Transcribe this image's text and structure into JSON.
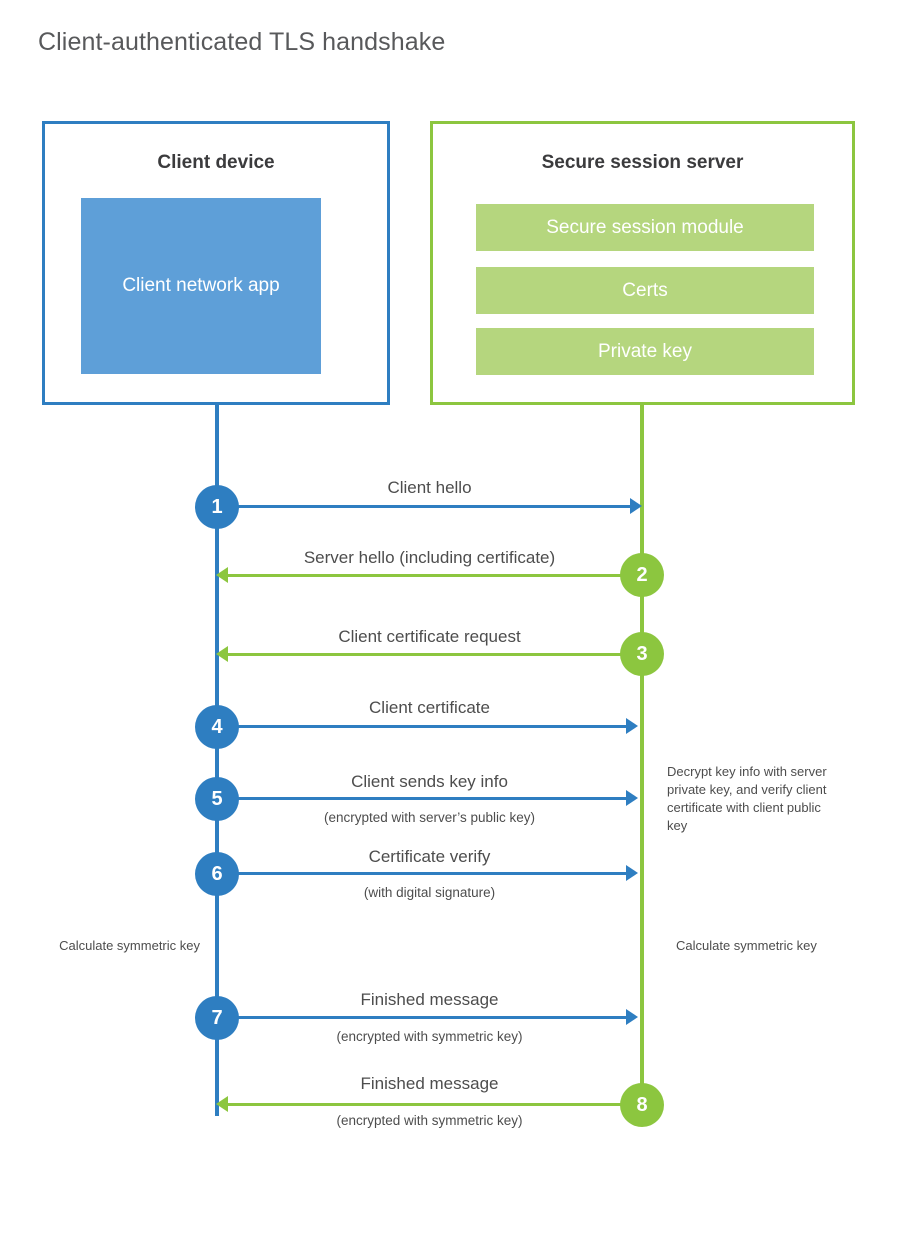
{
  "title": "Client-authenticated TLS handshake",
  "colors": {
    "blue_stroke": "#2e7ec1",
    "blue_fill": "#5e9fd8",
    "green_stroke": "#8cc63f",
    "green_fill": "#b5d67e",
    "text": "#4d4d4d",
    "title_text": "#58595b",
    "background": "#ffffff"
  },
  "actors": {
    "client": {
      "title": "Client device",
      "app_label": "Client network app"
    },
    "server": {
      "title": "Secure session server",
      "components": [
        "Secure session module",
        "Certs",
        "Private key"
      ]
    }
  },
  "steps": [
    {
      "number": "1",
      "label": "Client hello",
      "sub": "",
      "direction": "client-to-server",
      "color": "blue"
    },
    {
      "number": "2",
      "label": "Server hello (including certificate)",
      "sub": "",
      "direction": "server-to-client",
      "color": "green"
    },
    {
      "number": "3",
      "label": "Client certificate request",
      "sub": "",
      "direction": "server-to-client",
      "color": "green"
    },
    {
      "number": "4",
      "label": "Client certificate",
      "sub": "",
      "direction": "client-to-server",
      "color": "blue"
    },
    {
      "number": "5",
      "label": "Client sends key info",
      "sub": "(encrypted with server’s public key)",
      "direction": "client-to-server",
      "color": "blue"
    },
    {
      "number": "6",
      "label": "Certificate verify",
      "sub": "(with digital signature)",
      "direction": "client-to-server",
      "color": "blue"
    },
    {
      "number": "7",
      "label": "Finished message",
      "sub": "(encrypted with symmetric key)",
      "direction": "client-to-server",
      "color": "blue"
    },
    {
      "number": "8",
      "label": "Finished message",
      "sub": "(encrypted with symmetric key)",
      "direction": "server-to-client",
      "color": "green"
    }
  ],
  "annotations": {
    "server_decrypt": "Decrypt key info with server private key, and verify client certificate with client public key",
    "client_calc": "Calculate symmetric key",
    "server_calc": "Calculate symmetric key"
  }
}
